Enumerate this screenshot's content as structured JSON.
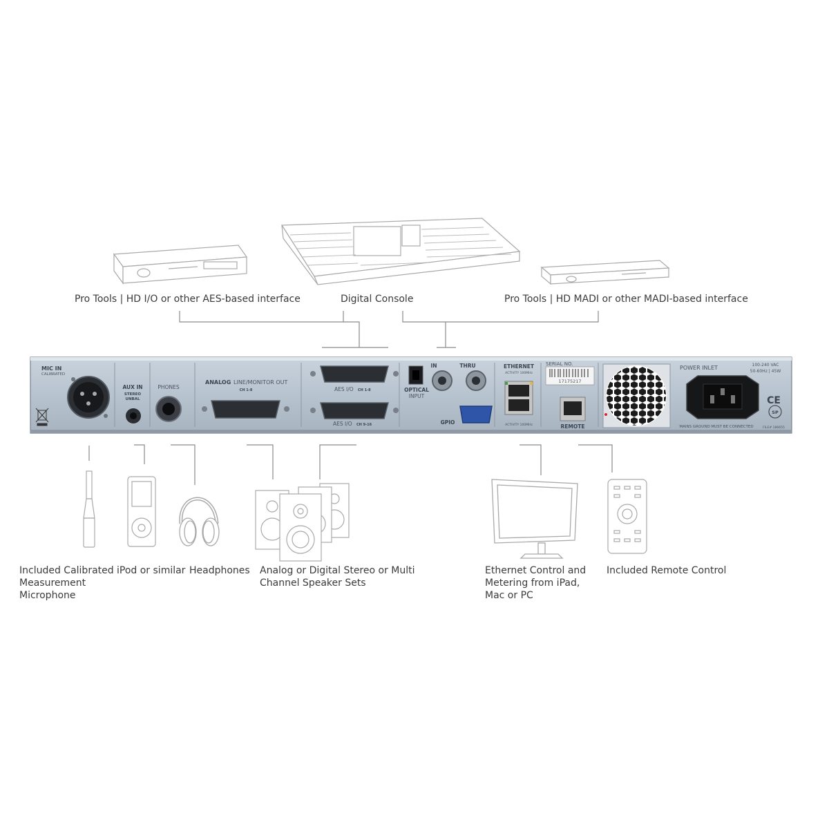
{
  "devices_top": {
    "aes_interface": "Pro Tools | HD I/O or other AES-based interface",
    "digital_console": "Digital Console",
    "madi_interface": "Pro Tools | HD MADI or other MADI-based interface"
  },
  "rear_panel": {
    "mic_in": "MIC IN",
    "mic_in_sub": "CALIBRATED",
    "aux_in": "AUX IN",
    "aux_in_sub1": "STEREO",
    "aux_in_sub2": "UNBAL",
    "phones": "PHONES",
    "analog_out_bold": "ANALOG",
    "analog_out_rest": "LINE/MONITOR OUT",
    "analog_out_ch": "CH 1-8",
    "aes_io_1": "AES I/O",
    "aes_io_1_ch": "CH 1-8",
    "aes_io_2": "AES I/O",
    "aes_io_2_ch": "CH 9-16",
    "optical_input_1": "OPTICAL",
    "optical_input_2": "INPUT",
    "madi_in": "IN",
    "madi_thru": "THRU",
    "gpio": "GPIO",
    "ethernet": "ETHERNET",
    "ethernet_sub_top": "ACTIVITY  100MHz",
    "ethernet_sub_bottom": "ACTIVITY  100MHz",
    "serial_no": "SERIAL NO.",
    "serial_value": "17175217",
    "remote": "REMOTE",
    "power_inlet": "POWER INLET",
    "power_spec_1": "100-240 VAC",
    "power_spec_2": "50-60Hz | 45W",
    "ce_mark": "CE",
    "csa_mark": "SP",
    "mains_ground": "MAINS GROUND MUST BE CONNECTED",
    "file_no": "FILE# 186655"
  },
  "devices_bottom": {
    "microphone": "Included Calibrated Measurement Microphone",
    "ipod": "iPod or similar",
    "headphones": "Headphones",
    "speakers": "Analog or Digital Stereo or Multi Channel Speaker Sets",
    "ethernet_control": "Ethernet Control and Metering from iPad, Mac or PC",
    "remote_control": "Included Remote Control"
  },
  "colors": {
    "panel_fill": "#b7c3cf",
    "panel_dark": "#8f9aa6",
    "line": "#8a8a8a",
    "caption": "#3a3a3a",
    "sketch": "#b5b5b5"
  }
}
